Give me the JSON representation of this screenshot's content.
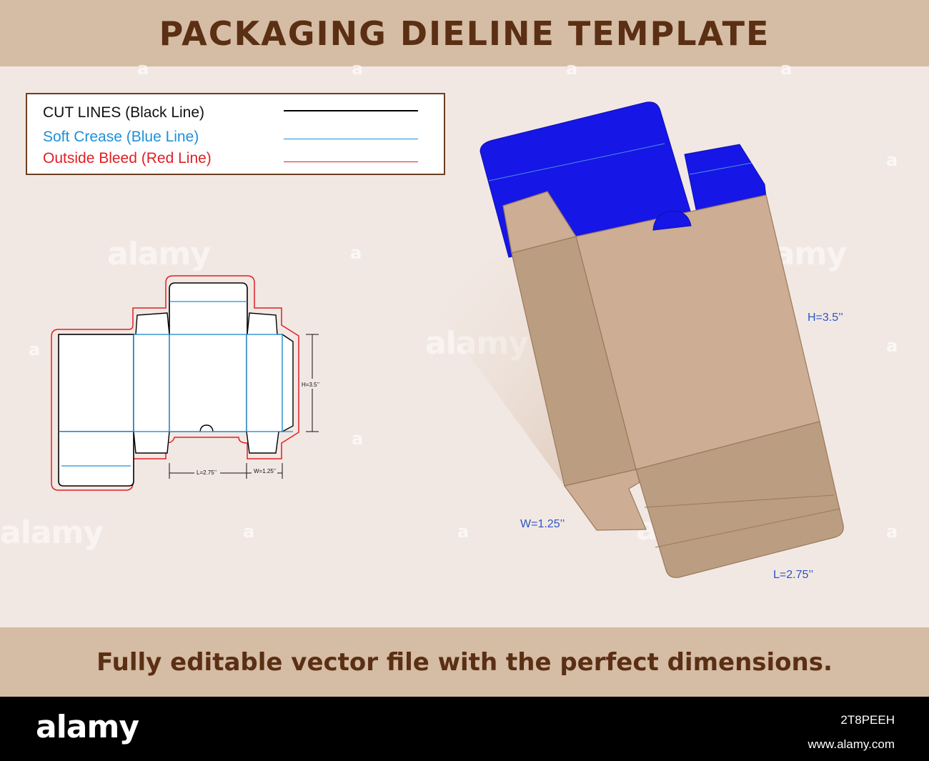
{
  "header": {
    "title": "PACKAGING DIELINE TEMPLATE"
  },
  "legend": {
    "cut_label": "CUT LINES (Black Line)",
    "crease_label": "Soft Crease (Blue Line)",
    "bleed_label": "Outside Bleed (Red Line)",
    "cut_color": "#000000",
    "crease_color": "#1e90d8",
    "bleed_color": "#e01f26"
  },
  "dieline": {
    "height_label": "H=3.5’’",
    "length_label": "L=2.75’’",
    "width_label": "W=1.25’’"
  },
  "box3d": {
    "height_label": "H=3.5’’",
    "width_label": "W=1.25’’",
    "length_label": "L=2.75’’",
    "kraft_color": "#c9ab8f",
    "inside_color": "#1616e6"
  },
  "tagline": "Fully editable vector file with the perfect dimensions.",
  "watermark": {
    "brand": "alamy",
    "mark": "a"
  },
  "footer": {
    "brand": "alamy",
    "image_id": "2T8PEEH",
    "url": "www.alamy.com"
  }
}
